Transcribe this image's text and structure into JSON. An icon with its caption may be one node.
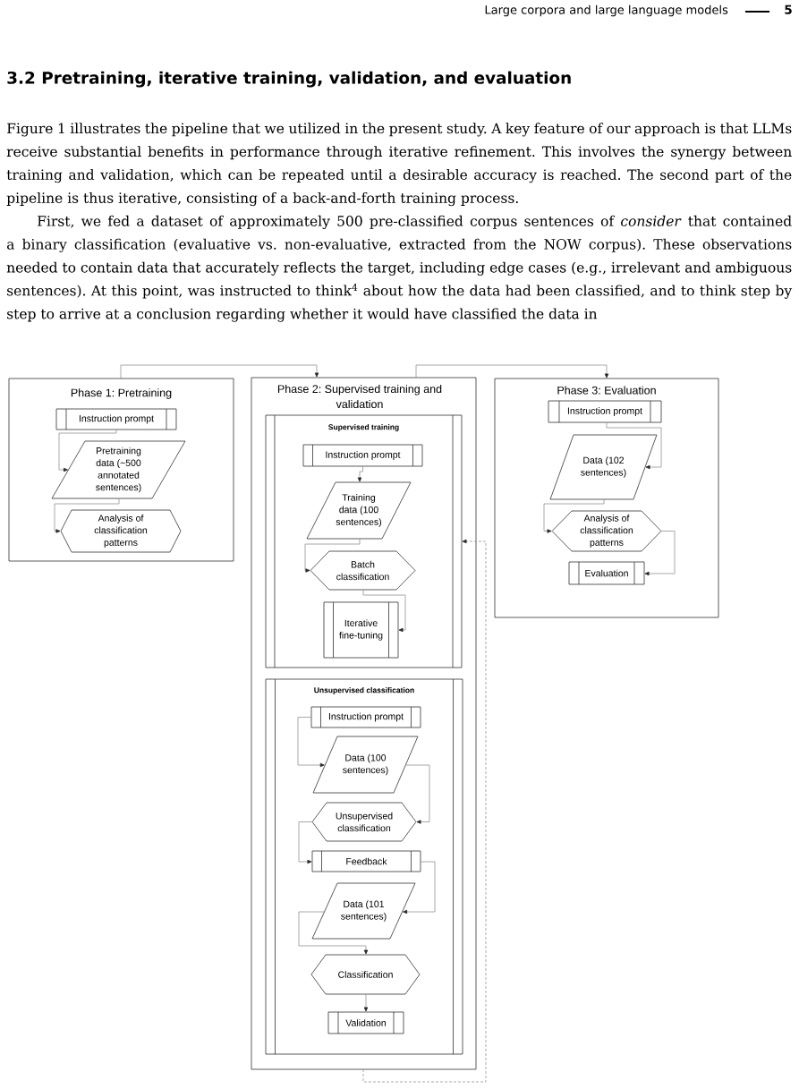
{
  "diagram": {
    "title": "3.2 Pretraining, iterative training, validation, and evaluation",
    "nodes": [
      {
        "text": [
          "Phase 1: Pretraining"
        ]
      },
      {
        "text": [
          "Instruction prompt"
        ],
        "in": 0
      },
      {
        "text": [
          "Pretraining data (~500 annotated sentences)"
        ],
        "in": 0
      },
      {
        "text": [
          "Analysis of classification patterns"
        ],
        "in": 0
      },
      {
        "text": [
          "Phase 2: Supervised training and validation"
        ]
      },
      {
        "text": [
          "Supervised training"
        ],
        "in": 4
      },
      {
        "text": [
          "Instruction prompt"
        ],
        "in": 5
      },
      {
        "text": [
          "Training data (100 sentences)"
        ],
        "in": 5
      },
      {
        "text": [
          "Batch classification"
        ],
        "in": 5
      },
      {
        "text": [
          "Iterative fine-tuning"
        ],
        "in": 5
      },
      {
        "text": [
          "Unsupervised classification"
        ],
        "in": 4
      },
      {
        "text": [
          "Instruction prompt"
        ],
        "in": 10
      },
      {
        "text": [
          "Data (100 sentences)"
        ],
        "in": 10
      },
      {
        "text": [
          "Unsupervised classification"
        ],
        "in": 10
      },
      {
        "text": [
          "Feedback"
        ],
        "in": 10
      },
      {
        "text": [
          "Data (101 sentences)"
        ],
        "in": 10
      },
      {
        "text": [
          "Classification"
        ],
        "in": 10
      },
      {
        "text": [
          "Validation"
        ],
        "in": 10
      },
      {
        "text": [
          "Phase 3: Evaluation"
        ]
      },
      {
        "text": [
          "Instruction prompt"
        ],
        "in": 18
      },
      {
        "text": [
          "Data (102 sentences)"
        ],
        "in": 18
      },
      {
        "text": [
          "Analysis of classification patterns"
        ],
        "in": 18
      },
      {
        "text": [
          "Evaluation"
        ],
        "in": 18
      }
    ],
    "edges": [
      {
        "from": 0,
        "to": 4,
        "arrow": "to"
      },
      {
        "from": 4,
        "to": 18,
        "arrow": "to"
      },
      {
        "from": 1,
        "to": 2,
        "arrow": "to"
      },
      {
        "from": 2,
        "to": 3,
        "arrow": "to"
      },
      {
        "from": 6,
        "to": 7,
        "arrow": "to"
      },
      {
        "from": 7,
        "to": 8,
        "arrow": "to"
      },
      {
        "from": 8,
        "to": 9,
        "arrow": "to"
      },
      {
        "from": 11,
        "to": 12,
        "arrow": "to"
      },
      {
        "from": 12,
        "to": 13,
        "arrow": "to"
      },
      {
        "from": 13,
        "to": 14,
        "arrow": "to"
      },
      {
        "from": 14,
        "to": 15,
        "arrow": "to"
      },
      {
        "from": 15,
        "to": 16,
        "arrow": "to"
      },
      {
        "from": 16,
        "to": 17,
        "arrow": "to"
      },
      {
        "from": 19,
        "to": 20,
        "arrow": "to"
      },
      {
        "from": 20,
        "to": 21,
        "arrow": "to"
      },
      {
        "from": 21,
        "to": 22,
        "arrow": "to"
      },
      {
        "from": 4,
        "to": 5,
        "arrow": "to",
        "style": "dashed"
      }
    ],
    "labels": [
      "Large corpora and large language models",
      "5",
      "Figure 1 illustrates the pipeline that we utilized in the present study. A key feature of our approach is that LLMs receive substantial benefits in performance through iterative refinement. This involves the synergy between training and validation, which can be repeated until a desirable accuracy is reached. The second part of the pipeline is thus iterative, consisting of a back-and-forth training process.",
      "First, we fed a dataset of approximately 500 pre-classified corpus sentences of *consider* that contained a binary classification (evaluative vs. non-evaluative, extracted from the NOW corpus). These observations needed to contain data that accurately reflects the target, including edge cases (e.g., irrelevant and ambiguous sentences). At this point, was instructed to think$^{4}$ about how the data had been classified, and to think step by step to arrive at a conclusion regarding whether it would have classified the data in"
    ]
  }
}
